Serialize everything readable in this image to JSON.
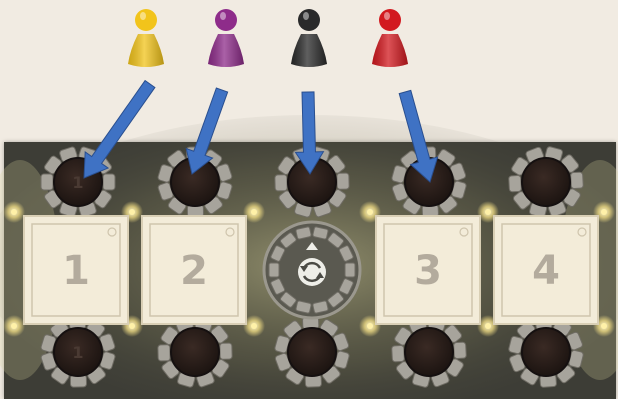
{
  "colors": {
    "background": "#f1ebe2",
    "board": "#3d3d36",
    "board_glow": "#d8d39a",
    "hole": "#2a1e1a",
    "stone": "#a7a49c",
    "tile": "#f3ecd9",
    "tile_number": "#b3ab9d",
    "arrow": "#3f72c4",
    "lantern": "#fff1a8"
  },
  "pawns": [
    {
      "color_name": "yellow",
      "color": "#f2c41b"
    },
    {
      "color_name": "purple",
      "color": "#8e2c8a"
    },
    {
      "color_name": "black",
      "color": "#2a2a2a"
    },
    {
      "color_name": "red",
      "color": "#d2191f"
    }
  ],
  "tiles": [
    {
      "label": "1"
    },
    {
      "label": "2"
    },
    {
      "label": "3"
    },
    {
      "label": "4"
    }
  ],
  "center_icon": "cycle-emblem-icon",
  "arrow_icon": "pointing-arrow-icon",
  "hole_icon": "pit-hole-icon"
}
